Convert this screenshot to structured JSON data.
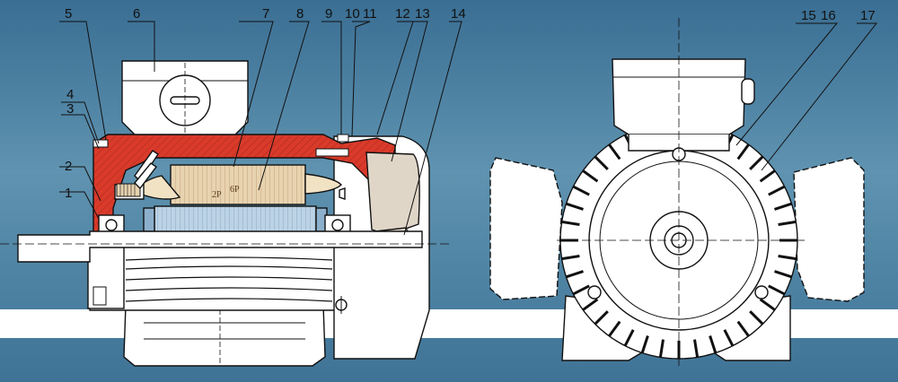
{
  "colors": {
    "background_top": "#3b6f93",
    "background_mid": "#5e93b0",
    "band": "#ffffff",
    "housing_red": "#d93a2a",
    "stator_tan": "#e8d3b0",
    "rotor_blue": "#b9d2e6",
    "outline": "#111111"
  },
  "callouts": {
    "c1": "1",
    "c2": "2",
    "c3": "3",
    "c4": "4",
    "c5": "5",
    "c6": "6",
    "c7": "7",
    "c8": "8",
    "c9": "9",
    "c10": "10",
    "c11": "11",
    "c12": "12",
    "c13": "13",
    "c14": "14",
    "c15": "15",
    "c16": "16",
    "c17": "17"
  },
  "winding_marks": {
    "two_pole": "2P",
    "six_pole": "6P"
  }
}
